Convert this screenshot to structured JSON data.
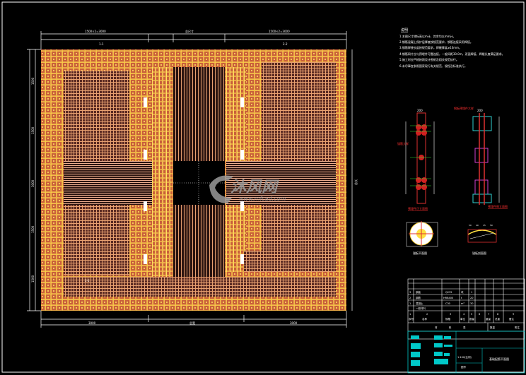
{
  "drawing": {
    "background": "#000000",
    "colors": {
      "slab": "#f2b84a",
      "rebar": "#e8a070",
      "grid": "#ffd84a",
      "frame": "#ffffff",
      "title_block": "#00d0d0",
      "label": "#ff2020"
    },
    "top_dims": [
      "1500×2=3000",
      "总尺寸",
      "1500×2=3000"
    ],
    "top_marks": [
      "1-1",
      "2-2"
    ],
    "bottom_dims": [
      "3000",
      "总宽",
      "3000"
    ],
    "left_dims": [
      "1500",
      "1500",
      "3000",
      "1500",
      "1500"
    ],
    "right_dim": "总长",
    "bottom_label": "1-1"
  },
  "watermark": {
    "text": "沐风网",
    "url": "www.mfcad.com"
  },
  "notes": {
    "title": "说明",
    "items": [
      "1.本图尺寸除标高以m计，其余均以mm计。",
      "2.钢筋混凝土保护层厚度按规范要求，钢筋连接采用焊接。",
      "3.钢筋焊接长度按规范要求，焊缝厚度≥10mm。",
      "4.钢筋网片应与预埋件可靠连接，一般间距30.0m，双面焊接，焊缝长度满足要求。",
      "5.施工时应严格按照设计图纸及相关规范执行。",
      "6.未尽事宜参照国家现行有关规范、规程及标准执行。"
    ]
  },
  "details": [
    {
      "title": "预埋件正立面图",
      "callout": "锚筋大样",
      "dim": "200"
    },
    {
      "title": "预埋件侧立面图",
      "callout": "钢板预埋件大样",
      "dim": "200"
    },
    {
      "title": "锚板平面图",
      "dim": "Φ"
    },
    {
      "title": "锚板剖面图",
      "dims": [
        "50",
        "40",
        "15",
        "50"
      ]
    }
  ],
  "material_table": {
    "rows": [
      [
        "3",
        "钢板",
        "Q235",
        "块",
        "1"
      ],
      [
        "2",
        "钢筋",
        "HRB400",
        "t",
        "20"
      ],
      [
        "1",
        "混凝土",
        "C30",
        "m³",
        "30"
      ],
      [
        "",
        "一般材料",
        "",
        "",
        ""
      ]
    ],
    "index_row": [
      "1",
      "2",
      "3",
      "4",
      "5",
      "6",
      "7",
      "8",
      "9"
    ],
    "header": [
      "序号",
      "名称",
      "规格",
      "单位",
      "数量",
      "重量",
      "总重",
      "备注"
    ],
    "footer": [
      "材",
      "料",
      "表",
      "数量",
      "附注"
    ]
  },
  "title_block": {
    "scale": "1:100(比例)",
    "drawing_name": "基础配筋平面图",
    "sheet": "图号"
  }
}
